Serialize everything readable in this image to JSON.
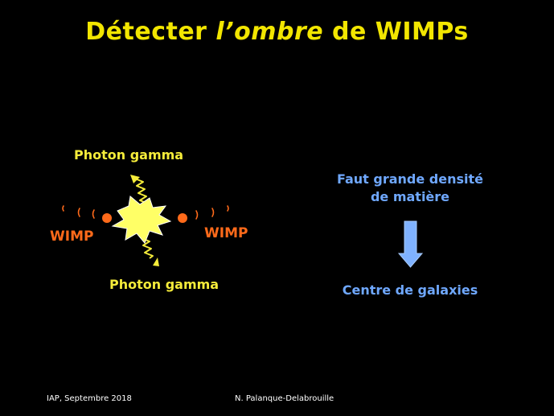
{
  "title": {
    "prefix": "Détecter ",
    "italic": "l’ombre",
    "suffix": " de WIMPs"
  },
  "diagram": {
    "photon_top_label": "Photon gamma",
    "photon_bottom_label": "Photon gamma",
    "wimp_left_label": "WIMP",
    "wimp_right_label": "WIMP",
    "colors": {
      "title": "#f2e600",
      "photon_label": "#f5ec3a",
      "wimp": "#ff6a1a",
      "blue_text": "#6fa8ff",
      "arrow": "#7fb2ff",
      "burst": "#ffff66"
    }
  },
  "right_panel": {
    "line1": "Faut grande densité",
    "line2": "de matière",
    "bottom": "Centre de galaxies"
  },
  "footer": {
    "left": "IAP, Septembre 2018",
    "center": "N. Palanque-Delabrouille"
  }
}
